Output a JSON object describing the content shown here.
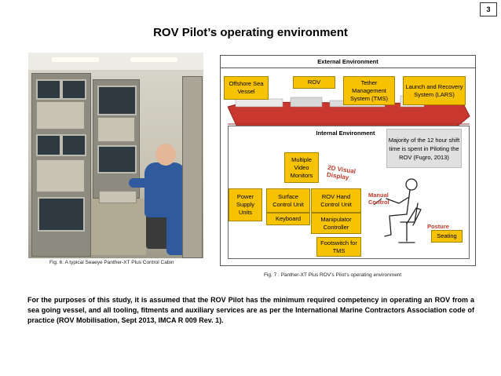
{
  "page_number": "3",
  "title": "ROV Pilot’s operating environment",
  "figure6": {
    "caption": "Fig. 6: A typical Seaeye Panther-XT Plus Control Cabin"
  },
  "figure7": {
    "caption": "Fig. 7 : Panther-XT Plus ROV’s Pilot’s operating environment",
    "external_title": "External Environment",
    "external_items": {
      "vessel": "Offshore Sea Vessel",
      "rov": "ROV",
      "tms": "Tether Management System (TMS)",
      "lars": "Launch and Recovery System (LARS)"
    },
    "internal_title": "Internal Environment",
    "callout": "Majority of the 12 hour shift time is spent in Piloting the ROV (Fugro, 2013)",
    "internal_items": {
      "monitors": "Multiple Video Monitors",
      "power": "Power Supply Units",
      "surface_control": "Surface Control Unit",
      "hand_control": "ROV Hand Control Unit",
      "keyboard": "Keyboard",
      "manipulator": "Manipulator Controller",
      "footswitch": "Footswitch for TMS",
      "seating": "Seating"
    },
    "labels": {
      "display": "2D Visual Display",
      "manual": "Manual Control",
      "posture": "Posture"
    },
    "colors": {
      "box_fill": "#f7c300",
      "label_red": "#c0392b",
      "callout_fill": "#e0e0e0",
      "ship_hull": "#c8382e"
    }
  },
  "body_text": "For the purposes of this study, it is assumed that the ROV Pilot has the minimum required competency in operating an ROV from a sea going vessel, and all tooling, fitments and auxiliary services are as per the International Marine Contractors Association code of practice (ROV Mobilisation, Sept 2013, IMCA R 009 Rev. 1)."
}
